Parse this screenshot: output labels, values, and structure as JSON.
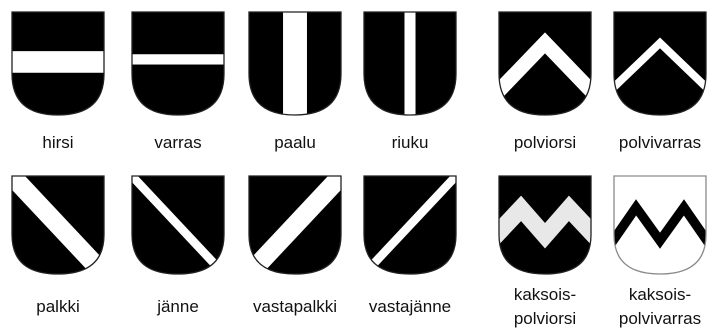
{
  "figure": {
    "colors": {
      "field": "#000000",
      "charge": "#ffffff",
      "light_grey": "#e8e8e8",
      "outline": "#8a8a8a",
      "text": "#111111"
    },
    "rows": [
      [
        {
          "key": "hirsi",
          "label": [
            "hirsi"
          ],
          "charge": "fess"
        },
        {
          "key": "varras",
          "label": [
            "varras"
          ],
          "charge": "bar"
        },
        {
          "key": "paalu",
          "label": [
            "paalu"
          ],
          "charge": "pale"
        },
        {
          "key": "riuku",
          "label": [
            "riuku"
          ],
          "charge": "pallet"
        },
        {
          "key": "polviorsi",
          "label": [
            "polviorsi"
          ],
          "charge": "chevron"
        },
        {
          "key": "polvivarras",
          "label": [
            "polvivarras"
          ],
          "charge": "chevronel"
        }
      ],
      [
        {
          "key": "palkki",
          "label": [
            "palkki"
          ],
          "charge": "bend"
        },
        {
          "key": "janne",
          "label": [
            "jänne"
          ],
          "charge": "bendlet"
        },
        {
          "key": "vastapalkki",
          "label": [
            "vastapalkki"
          ],
          "charge": "bend-sinister"
        },
        {
          "key": "vastajanne",
          "label": [
            "vastajänne"
          ],
          "charge": "bendlet-sinister"
        },
        {
          "key": "kaksoispolviorsi",
          "label": [
            "kaksois-",
            "polviorsi"
          ],
          "charge": "double-chevron"
        },
        {
          "key": "kaksoispolvivarras",
          "label": [
            "kaksois-",
            "polvivarras"
          ],
          "charge": "double-chevronel"
        }
      ]
    ]
  }
}
